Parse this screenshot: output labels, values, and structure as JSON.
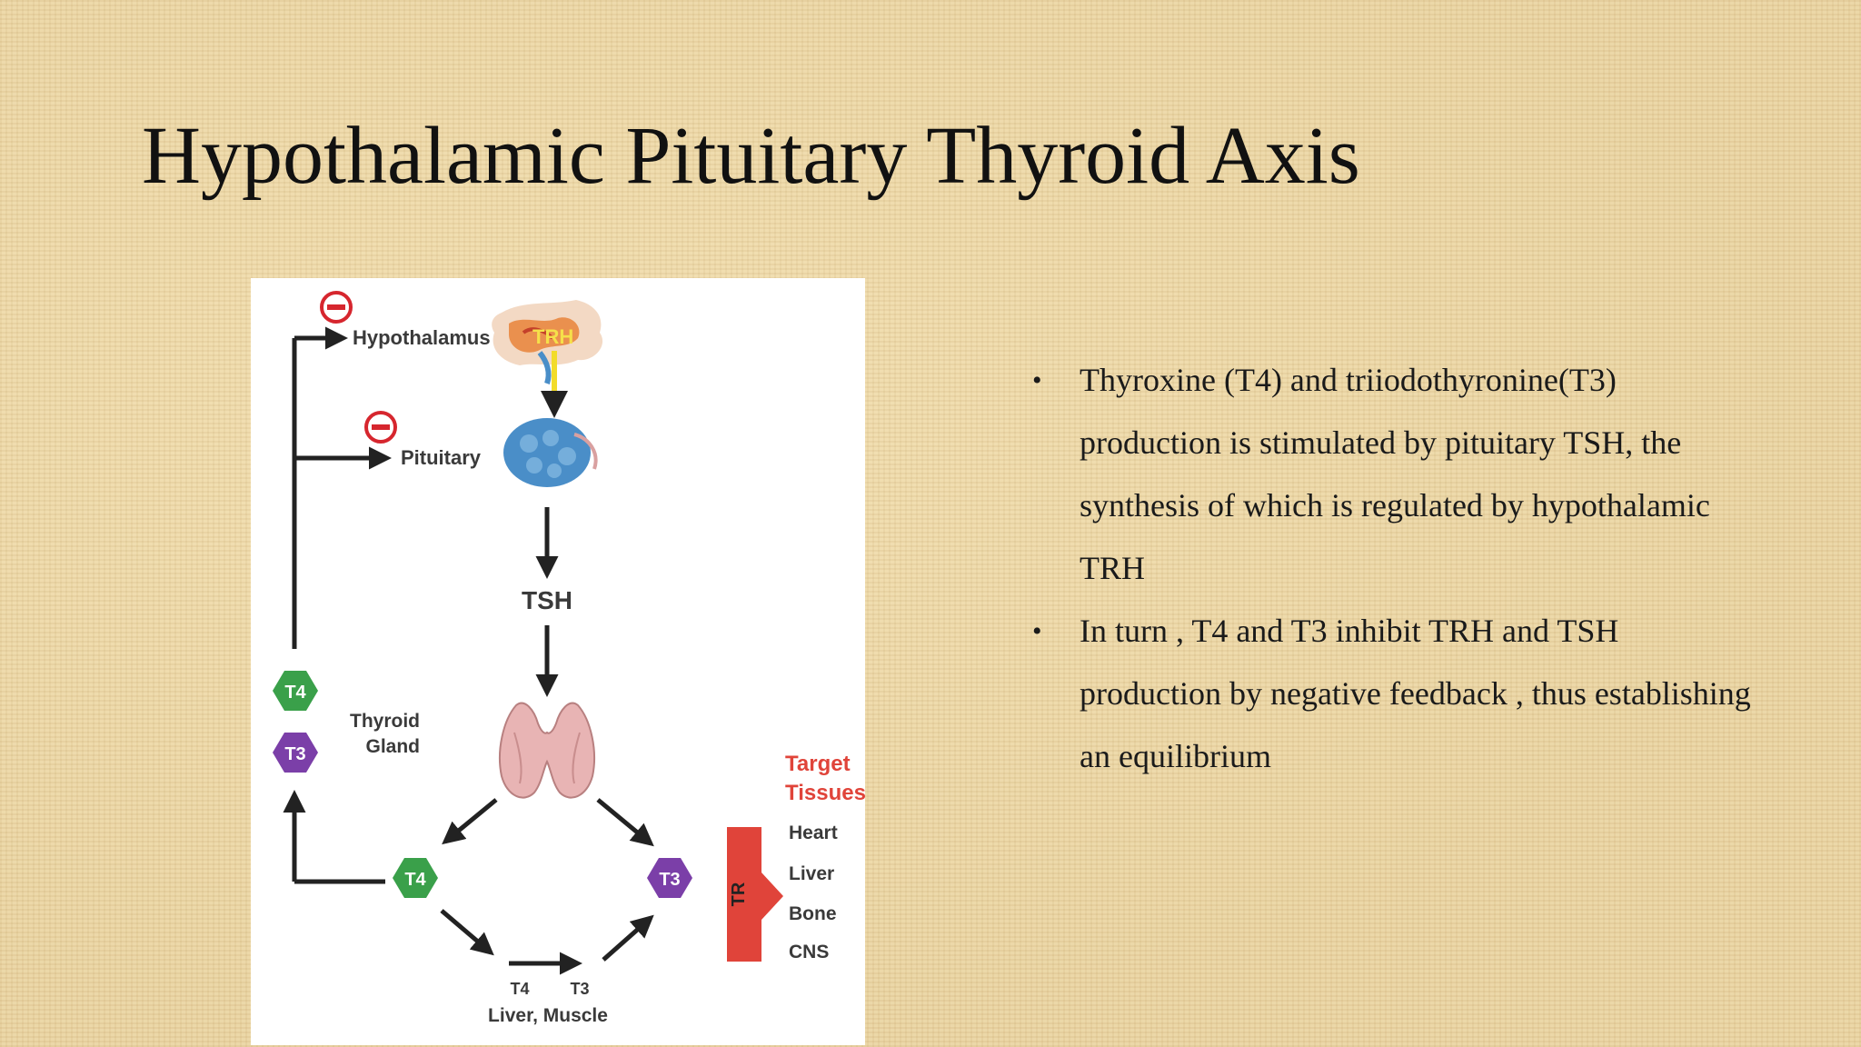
{
  "slide": {
    "title": "Hypothalamic Pituitary Thyroid Axis"
  },
  "bullets": [
    "Thyroxine (T4) and triiodothyronine(T3) production is stimulated by pituitary TSH, the synthesis of which is regulated by hypothalamic TRH",
    "In turn , T4 and T3 inhibit TRH and TSH production by negative feedback , thus establishing an equilibrium"
  ],
  "figure": {
    "labels": {
      "hypothalamus": "Hypothalamus",
      "pituitary": "Pituitary",
      "trh": "TRH",
      "tsh": "TSH",
      "thyroid_line1": "Thyroid",
      "thyroid_line2": "Gland",
      "target_line1": "Target",
      "target_line2": "Tissues",
      "tr": "TR",
      "liver_muscle": "Liver, Muscle",
      "t4": "T4",
      "t3": "T3"
    },
    "tissues": [
      "Heart",
      "Liver",
      "Bone",
      "CNS"
    ],
    "colors": {
      "t4_green": "#3aa04a",
      "t3_purple": "#7b3fa8",
      "inhibit_red": "#d6262e",
      "target_red": "#e0443a",
      "tr_bar": "#e0443a"
    },
    "icons": [
      "inhibit-icon",
      "hypothalamus-illustration",
      "pituitary-illustration",
      "thyroid-gland-illustration"
    ]
  }
}
